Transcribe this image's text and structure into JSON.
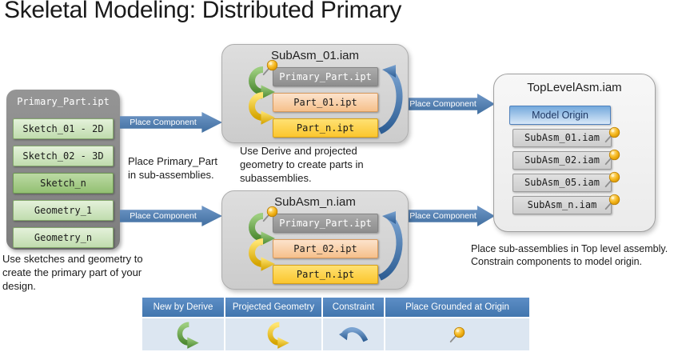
{
  "title": "Skeletal Modeling: Distributed Primary",
  "primary": {
    "title": "Primary_Part.ipt",
    "items": [
      "Sketch_01 - 2D",
      "Sketch_02 - 3D",
      "Sketch_n",
      "Geometry_1",
      "Geometry_n"
    ],
    "caption": "Use sketches and geometry to create the primary part of your design."
  },
  "place_component_label": "Place Component",
  "middle_note": "Place Primary_Part in sub-assemblies.",
  "subasm_top": {
    "title": "SubAsm_01.iam",
    "items": [
      "Primary_Part.ipt",
      "Part_01.ipt",
      "Part_n.ipt"
    ],
    "caption": "Use Derive and projected geometry to create parts in subassemblies."
  },
  "subasm_bottom": {
    "title": "SubAsm_n.iam",
    "items": [
      "Primary_Part.ipt",
      "Part_02.ipt",
      "Part_n.ipt"
    ]
  },
  "toplevel": {
    "title": "TopLevelAsm.iam",
    "origin_label": "Model Origin",
    "items": [
      "SubAsm_01.iam",
      "SubAsm_02.iam",
      "SubAsm_05.iam",
      "SubAsm_n.iam"
    ],
    "caption": "Place sub-assemblies in Top level assembly. Constrain components to model origin."
  },
  "legend": {
    "columns": [
      {
        "label": "New by Derive",
        "icon": "derive-arrow-icon"
      },
      {
        "label": "Projected Geometry",
        "icon": "projected-geometry-arrow-icon"
      },
      {
        "label": "Constraint",
        "icon": "constraint-arrow-icon"
      },
      {
        "label": "Place Grounded at Origin",
        "icon": "pushpin-icon"
      }
    ]
  },
  "colors": {
    "accent_blue": "#4f81bd",
    "green_item": "#cfe6c2",
    "green_item_dark": "#a8d18d",
    "orange_item": "#f6c08b",
    "yellow_item": "#fbc62d",
    "gray_box": "#8a8a8a",
    "legend_body": "#dce6f1"
  }
}
